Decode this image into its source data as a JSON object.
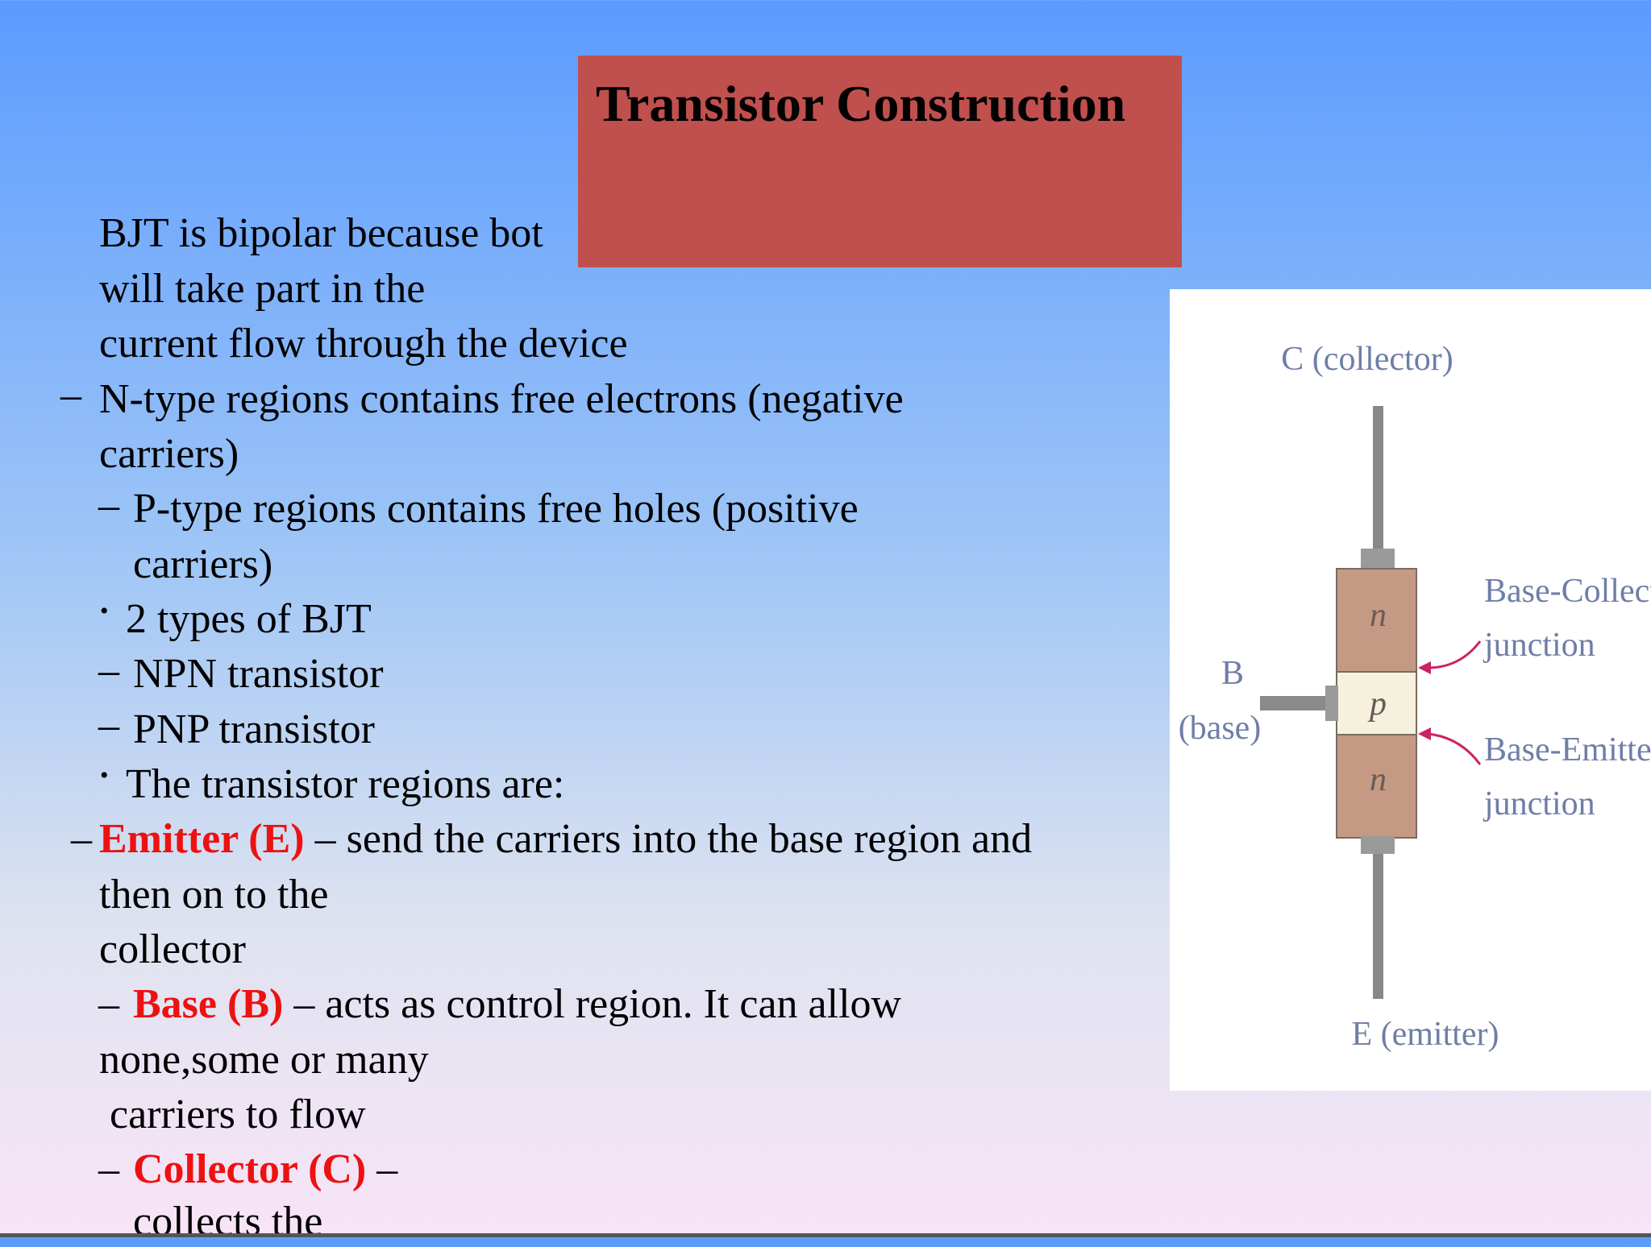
{
  "slide": {
    "title": "Transistor Construction",
    "lines": {
      "l1": "BJT is bipolar because bot",
      "l2": "will take part in the",
      "l3": "current flow through the device",
      "l4": "N-type regions contains free electrons (negative",
      "l5": "carriers)",
      "l6": "P-type regions contains free holes (positive",
      "l7": "carriers)",
      "l8": "2 types of BJT",
      "l9": "NPN transistor",
      "l10": "PNP transistor",
      "l11": "The transistor regions are:",
      "l12_red": "Emitter (E)",
      "l12_rest": " – send the carriers into the base region and",
      "l13": "then on to the",
      "l14": "collector",
      "l15_red": "Base (B)",
      "l15_rest": " – acts as control region. It can allow",
      "l16": "none,some or many",
      "l17": " carriers to flow",
      "l18_red": "Collector (C)",
      "l18_rest": " –",
      "l19": "collects the"
    },
    "marks": {
      "dash": "–",
      "bullet": "•"
    }
  },
  "diagram": {
    "collector_label": "C (collector)",
    "base_label_1": "B",
    "base_label_2": "(base)",
    "emitter_label": "E (emitter)",
    "region_top": "n",
    "region_mid": "p",
    "region_bottom": "n",
    "bc_label_1": "Base-Collector",
    "bc_label_2": "junction",
    "be_label_1": "Base-Emitter",
    "be_label_2": "junction",
    "colors": {
      "n_region": "#c49a84",
      "p_region": "#f6f1dc",
      "lead": "#888888",
      "label": "#6f7ea6",
      "arrow": "#cc2266"
    }
  }
}
